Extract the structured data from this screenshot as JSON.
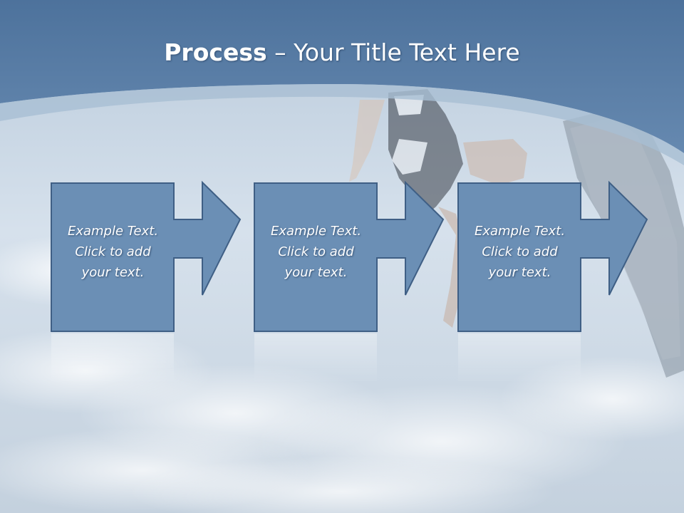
{
  "slide": {
    "title_bold": "Process",
    "title_rest": " – Your Title Text Here"
  },
  "steps": [
    {
      "line1": "Example Text.",
      "line2": "Click  to add",
      "line3": "your text."
    },
    {
      "line1": "Example Text.",
      "line2": "Click  to add",
      "line3": "your text."
    },
    {
      "line1": "Example Text.",
      "line2": "Click  to add",
      "line3": "your text."
    }
  ],
  "colors": {
    "header_band": "#5b80a8",
    "box_fill": "#6b8fb5",
    "box_border": "#3f5f85",
    "sky": "#d3dee9"
  }
}
